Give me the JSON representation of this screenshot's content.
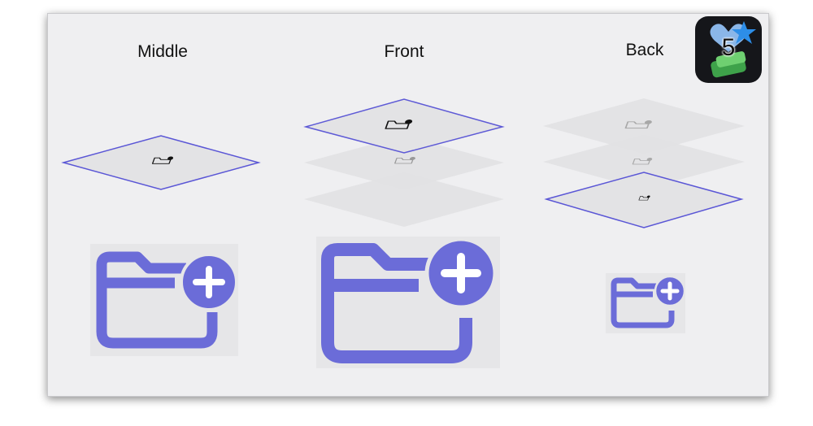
{
  "columns": {
    "middle": {
      "label": "Middle"
    },
    "front": {
      "label": "Front"
    },
    "back": {
      "label": "Back"
    }
  },
  "icon": {
    "name": "folder-plus-icon",
    "color": "#6b6cd8"
  },
  "badge": {
    "number": "5",
    "name": "app-badge-icon"
  },
  "colors": {
    "plane_outline": "#5a56d6",
    "plane_fill": "#e3e3e5",
    "panel_bg": "#efeff1"
  }
}
